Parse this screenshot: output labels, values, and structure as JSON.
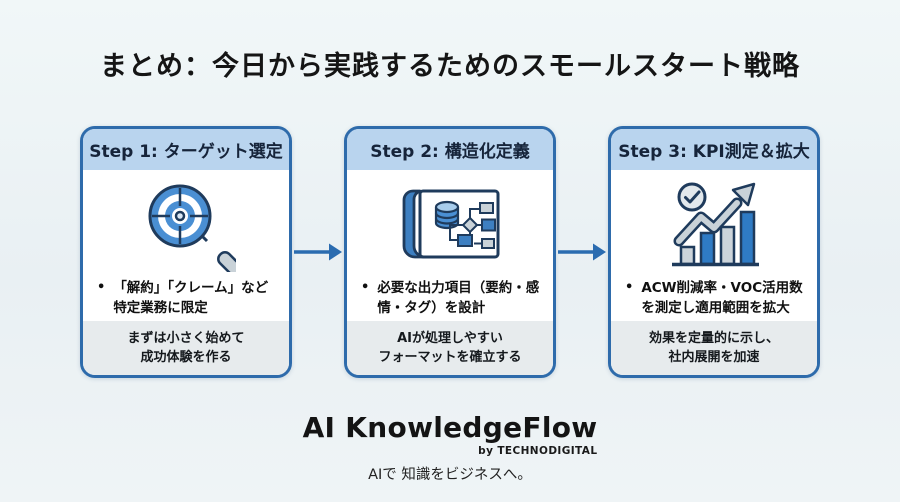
{
  "title": "まとめ：今日から実践するためのスモールスタート戦略",
  "steps": [
    {
      "header": "Step 1: ターゲット選定",
      "icon": "target-magnifier-icon",
      "bullet_marker": "•",
      "bullet": "「解約」「クレーム」など特定業務に限定",
      "footer_lines": [
        "まずは小さく始めて",
        "成功体験を作る"
      ]
    },
    {
      "header": "Step 2: 構造化定義",
      "icon": "blueprint-flowchart-icon",
      "bullet_marker": "•",
      "bullet": "必要な出力項目（要約・感情・タグ）を設計",
      "footer_lines": [
        "AIが処理しやすい",
        "フォーマットを確立する"
      ]
    },
    {
      "header": "Step 3: KPI測定＆拡大",
      "icon": "growth-chart-icon",
      "bullet_marker": "•",
      "bullet": "ACW削減率・VOC活用数を測定し適用範囲を拡大",
      "footer_lines": [
        "効果を定量的に示し、",
        "社内展開を加速"
      ]
    }
  ],
  "branding": {
    "logo": "AI KnowledgeFlow",
    "byline": "by TECHNODIGITAL",
    "tagline": "AIで 知識をビジネスへ。"
  },
  "colors": {
    "background": "#eef4f6",
    "card_border": "#2e6bab",
    "card_header_bg": "#b9d4ee",
    "card_footer_bg": "#e7ebed",
    "arrow": "#2b6cb0",
    "icon_blue": "#3d7fc1",
    "icon_light_blue": "#a8cdec",
    "icon_gray": "#c9d2d8",
    "icon_outline": "#1f3b5c",
    "text": "#111111"
  }
}
